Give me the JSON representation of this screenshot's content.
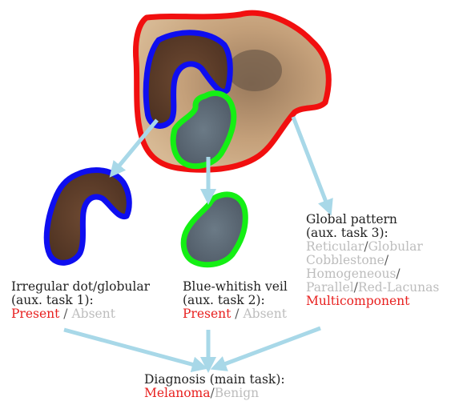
{
  "colors": {
    "whole_lesion_outline": "#f10f0f",
    "dot_globular_outline": "#0e0ef0",
    "veil_outline": "#14ef14",
    "arrow": "#a8d8e8",
    "active_text": "#e8201f",
    "inactive_text": "#bdbdbd"
  },
  "task1": {
    "title_line1": "Irregular dot/globular",
    "title_line2": "(aux. task 1):",
    "option_selected": "Present",
    "separator": "/",
    "option_other": "Absent"
  },
  "task2": {
    "title_line1": "Blue-whitish veil",
    "title_line2": "(aux. task 2):",
    "option_selected": "Present",
    "separator": "/",
    "option_other": "Absent"
  },
  "task3": {
    "title_line1": "Global pattern",
    "title_line2": "(aux. task 3):",
    "opt_reticular": "Reticular",
    "sep_1": "/",
    "opt_globular": "Globular",
    "opt_cobblestone": "Cobblestone",
    "sep_2": "/",
    "opt_homogeneous": "Homogeneous",
    "sep_3": "/",
    "opt_parallel": "Parallel",
    "sep_4": "/",
    "opt_red_lacunas": "Red-Lacunas",
    "option_selected": "Multicomponent"
  },
  "main_task": {
    "title": "Diagnosis (main task):",
    "option_selected": "Melanoma",
    "separator": "/",
    "option_other": "Benign"
  }
}
